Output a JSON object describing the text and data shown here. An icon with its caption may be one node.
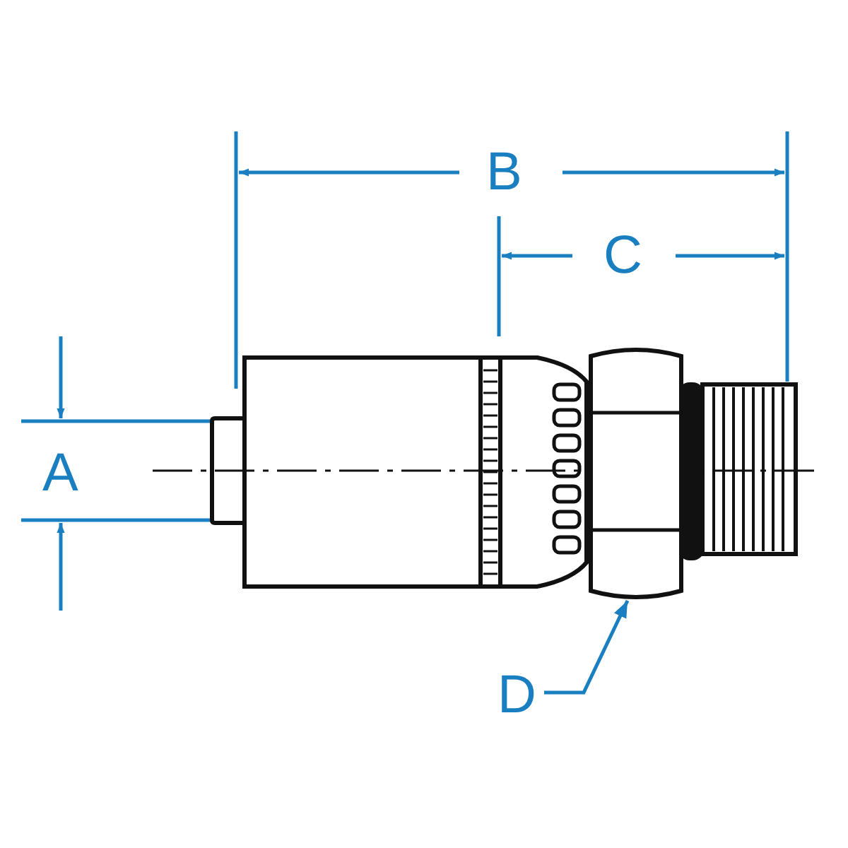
{
  "diagram": {
    "nodes": [
      {
        "text": [
          "D"
        ]
      },
      {
        "text": [],
        "shape": "picture"
      }
    ],
    "edges": [
      {
        "from": 0,
        "to": 1,
        "arrow": "to"
      }
    ],
    "labels": [
      "B",
      "C",
      "A"
    ]
  }
}
